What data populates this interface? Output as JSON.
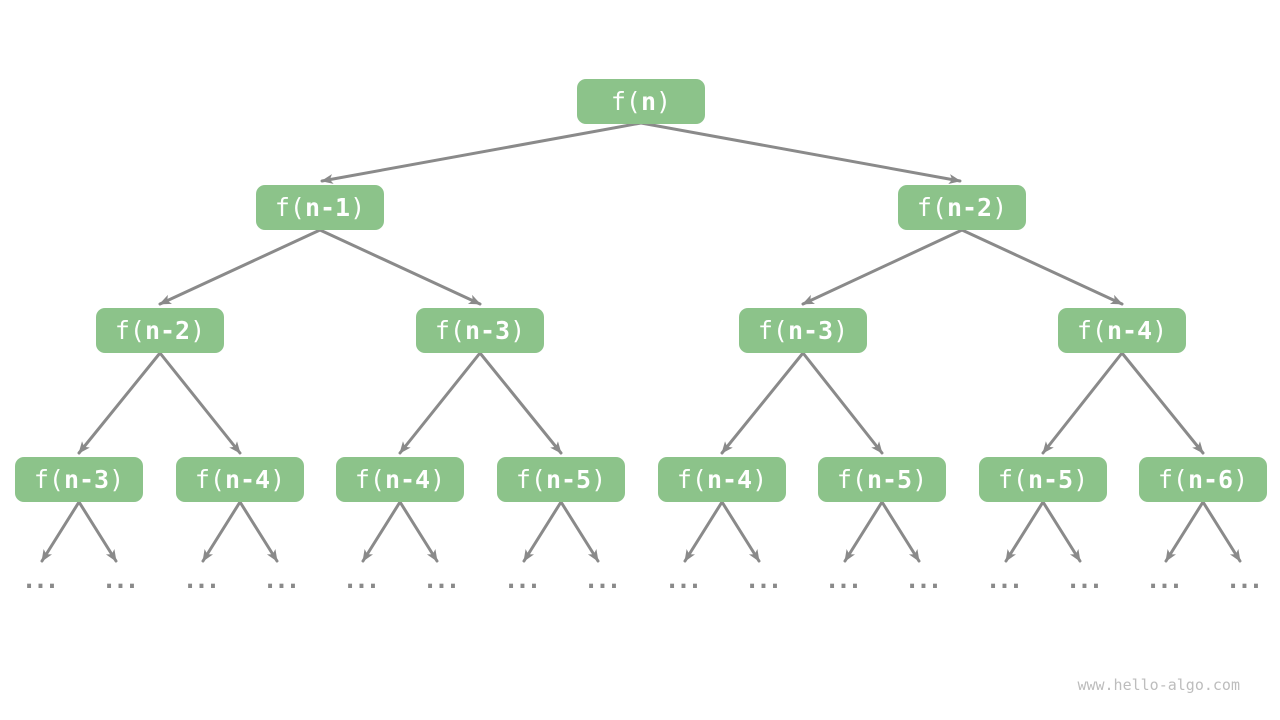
{
  "colors": {
    "background": "#FFFFFF",
    "node_fill": "#8CC38A",
    "node_text": "#FFFFFF",
    "edge": "#8A8A8A",
    "ellipsis": "#8A8A8A",
    "watermark_text": "#BDBDBD"
  },
  "tree": {
    "type": "recursion-tree",
    "levels": [
      {
        "nodes": [
          {
            "label": "f(n)",
            "prefix": "f(",
            "arg": "n",
            "suffix": ")"
          }
        ]
      },
      {
        "nodes": [
          {
            "label": "f(n-1)",
            "prefix": "f(",
            "arg": "n-1",
            "suffix": ")"
          },
          {
            "label": "f(n-2)",
            "prefix": "f(",
            "arg": "n-2",
            "suffix": ")"
          }
        ]
      },
      {
        "nodes": [
          {
            "label": "f(n-2)",
            "prefix": "f(",
            "arg": "n-2",
            "suffix": ")"
          },
          {
            "label": "f(n-3)",
            "prefix": "f(",
            "arg": "n-3",
            "suffix": ")"
          },
          {
            "label": "f(n-3)",
            "prefix": "f(",
            "arg": "n-3",
            "suffix": ")"
          },
          {
            "label": "f(n-4)",
            "prefix": "f(",
            "arg": "n-4",
            "suffix": ")"
          }
        ]
      },
      {
        "nodes": [
          {
            "label": "f(n-3)",
            "prefix": "f(",
            "arg": "n-3",
            "suffix": ")"
          },
          {
            "label": "f(n-4)",
            "prefix": "f(",
            "arg": "n-4",
            "suffix": ")"
          },
          {
            "label": "f(n-4)",
            "prefix": "f(",
            "arg": "n-4",
            "suffix": ")"
          },
          {
            "label": "f(n-5)",
            "prefix": "f(",
            "arg": "n-5",
            "suffix": ")"
          },
          {
            "label": "f(n-4)",
            "prefix": "f(",
            "arg": "n-4",
            "suffix": ")"
          },
          {
            "label": "f(n-5)",
            "prefix": "f(",
            "arg": "n-5",
            "suffix": ")"
          },
          {
            "label": "f(n-5)",
            "prefix": "f(",
            "arg": "n-5",
            "suffix": ")"
          },
          {
            "label": "f(n-6)",
            "prefix": "f(",
            "arg": "n-6",
            "suffix": ")"
          }
        ]
      }
    ],
    "edges": [
      "L1.0->L2.0",
      "L1.0->L2.1",
      "L2.0->L3.0",
      "L2.0->L3.1",
      "L2.1->L3.2",
      "L2.1->L3.3",
      "L3.0->L4.0",
      "L3.0->L4.1",
      "L3.1->L4.2",
      "L3.1->L4.3",
      "L3.2->L4.4",
      "L3.2->L4.5",
      "L3.3->L4.6",
      "L3.3->L4.7"
    ],
    "ellipsis_symbol": "...",
    "ellipsis_groups": 16,
    "ellipsis_edges_per_leaf": 2
  },
  "watermark": {
    "text": "www.hello-algo.com"
  }
}
